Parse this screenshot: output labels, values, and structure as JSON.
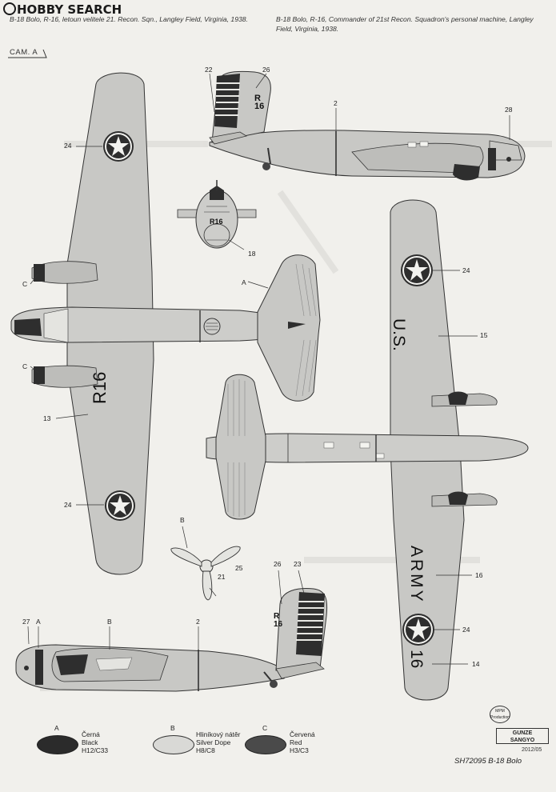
{
  "watermark": {
    "brand": "HOBBY SEARCH"
  },
  "captions": {
    "cz": "B-18 Bolo, R-16, letoun velitele 21. Recon. Sqn., Langley Field, Virginia, 1938.",
    "en": "B-18 Bolo, R-16, Commander of 21st Recon. Squadron's personal machine, Langley Field, Virginia, 1938."
  },
  "camo_label": "CAM. A",
  "markings": {
    "side_code": "R\n16",
    "front_code": "R16",
    "wing_code": "R16",
    "us": "U.S.",
    "army": "ARMY",
    "num": "16"
  },
  "callouts": {
    "c22": "22",
    "c26a": "26",
    "c2a": "2",
    "c28": "28",
    "c24a": "24",
    "c18": "18",
    "cA1": "A",
    "cC1": "C",
    "cC2": "C",
    "c13": "13",
    "c24b": "24",
    "c24c": "24",
    "c15": "15",
    "c16": "16",
    "c24d": "24",
    "c14": "14",
    "cB1": "B",
    "c21": "21",
    "c25": "25",
    "c26b": "26",
    "c23": "23",
    "c27": "27",
    "cA2": "A",
    "cB2": "B",
    "c2b": "2"
  },
  "legend": [
    {
      "letter": "A",
      "cz": "Černá",
      "en": "Black",
      "code": "H12/C33",
      "color": "#2b2b2b"
    },
    {
      "letter": "B",
      "cz": "Hliníkový nátěr",
      "en": "Silver Dope",
      "code": "H8/C8",
      "color": "#d9d9d6"
    },
    {
      "letter": "C",
      "cz": "Červená",
      "en": "Red",
      "code": "H3/C3",
      "color": "#4a4a4a"
    }
  ],
  "footer": {
    "mpm": "MPM Production",
    "gunze_line1": "GUNZE",
    "gunze_line2": "SANGYO",
    "date": "2012/05",
    "product": "SH72095 B-18 Bolo"
  }
}
